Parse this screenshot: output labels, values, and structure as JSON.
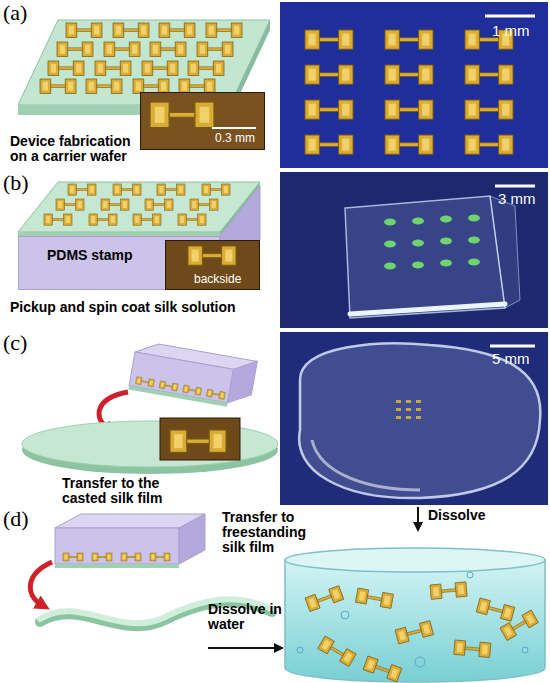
{
  "diagram": {
    "nodes": [
      {
        "text": [
          "0.3 mm"
        ]
      },
      {
        "text": [
          "1 mm"
        ]
      },
      {
        "text": [
          "PDMS stamp"
        ]
      },
      {
        "text": [
          "backside"
        ]
      },
      {
        "text": [
          "3 mm"
        ]
      },
      {
        "text": [
          "5 mm"
        ]
      }
    ],
    "labels": [
      "(a)",
      "Device fabrication on a carrier wafer",
      "(b)",
      "Pickup and spin coat silk solution",
      "(c)",
      "Transfer to the casted silk film",
      "Dissolve",
      "(d)",
      "Transfer to freestanding silk film",
      "Dissolve in water"
    ]
  }
}
